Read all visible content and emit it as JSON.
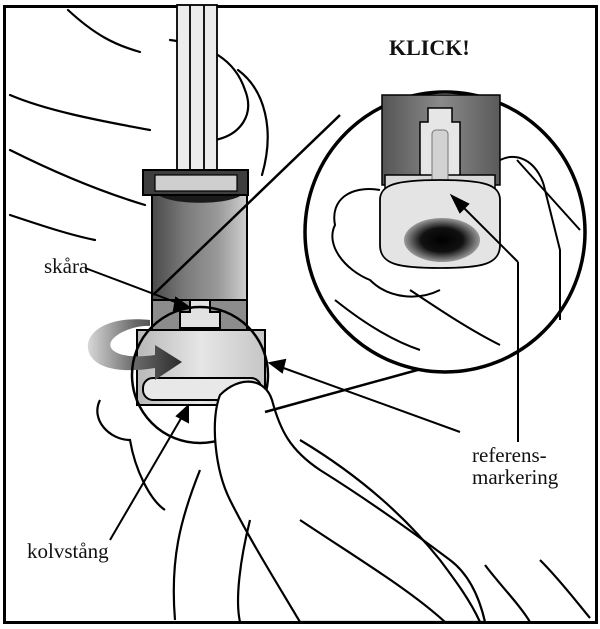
{
  "figure": {
    "title_callout": "KLICK!",
    "labels": {
      "groove": "skåra",
      "reference_marking_line1": "referens-",
      "reference_marking_line2": "markering",
      "plunger_rod": "kolvstång"
    },
    "colors": {
      "line": "#000000",
      "background": "#ffffff",
      "barrel_dark": "#5a5a5a",
      "barrel_mid": "#8c8c8c",
      "cap_light": "#d9d9d9",
      "arrow_gray": "#6e6e6e"
    }
  }
}
